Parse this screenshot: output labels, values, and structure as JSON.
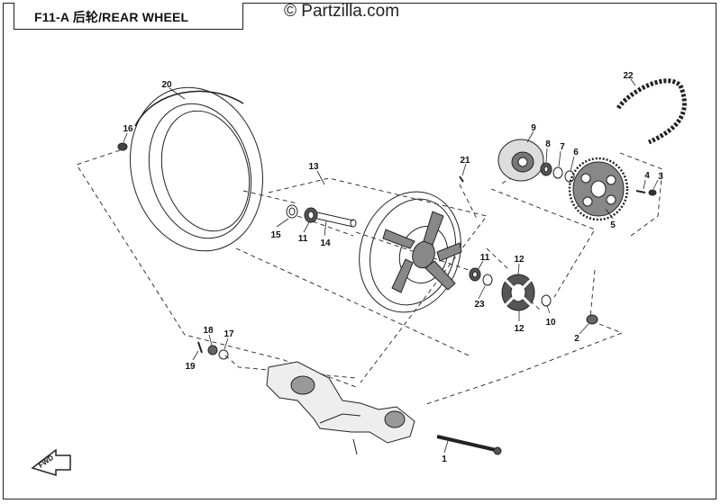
{
  "title": "F11-A 后轮/REAR WHEEL",
  "watermark": "© Partzilla.com",
  "fwd_label": "FWD",
  "callouts": [
    "1",
    "2",
    "3",
    "4",
    "5",
    "6",
    "7",
    "8",
    "9",
    "10",
    "11",
    "11",
    "12",
    "12",
    "13",
    "14",
    "15",
    "16",
    "17",
    "18",
    "19",
    "20",
    "21",
    "22",
    "23"
  ]
}
